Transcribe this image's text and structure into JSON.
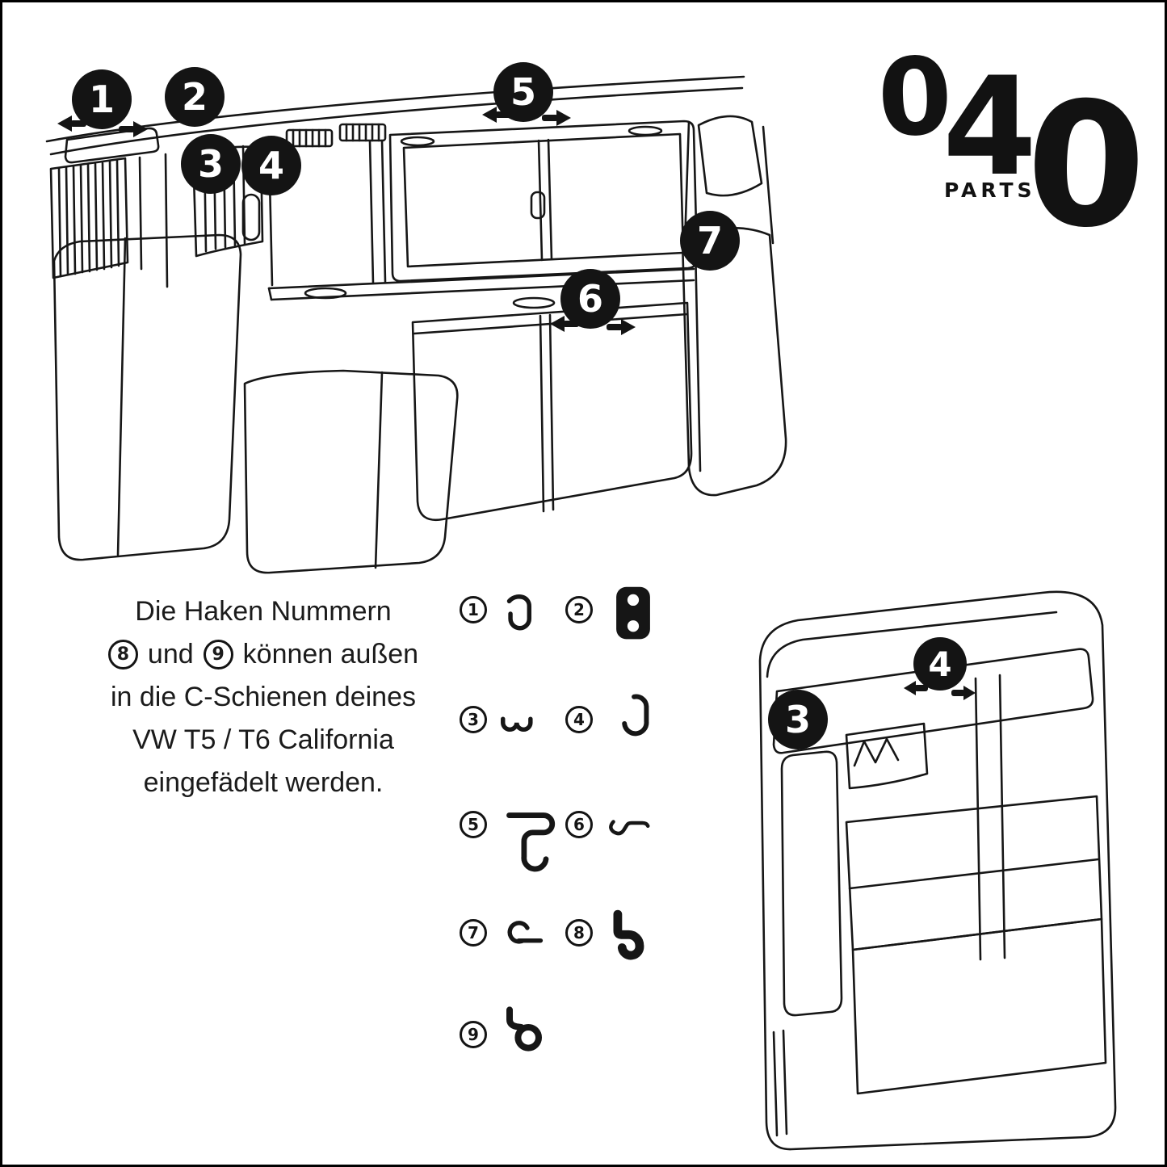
{
  "colors": {
    "ink": "#161616",
    "bg": "#ffffff"
  },
  "logo": {
    "d1": "0",
    "d2": "4",
    "d3": "0",
    "sub": "PARTS"
  },
  "note": {
    "line1": "Die Haken Nummern",
    "badge8": "8",
    "and": "und",
    "badge9": "9",
    "line2rest": "können außen",
    "line3": "in die C-Schienen deines",
    "line4": "VW T5 / T6 California",
    "line5": "eingefädelt werden."
  },
  "markers": {
    "m1": "1",
    "m2": "2",
    "m3": "3",
    "m4": "4",
    "m5": "5",
    "m6": "6",
    "m7": "7",
    "r3": "3",
    "r4": "4"
  },
  "legend": [
    {
      "n": "1",
      "name": "j-hook"
    },
    {
      "n": "2",
      "name": "mounting-plate"
    },
    {
      "n": "3",
      "name": "double-hook"
    },
    {
      "n": "4",
      "name": "long-j-hook"
    },
    {
      "n": "5",
      "name": "z-bracket-hook"
    },
    {
      "n": "6",
      "name": "clip-hook"
    },
    {
      "n": "7",
      "name": "loop-hook"
    },
    {
      "n": "8",
      "name": "thick-hook"
    },
    {
      "n": "9",
      "name": "ring-hook"
    }
  ]
}
